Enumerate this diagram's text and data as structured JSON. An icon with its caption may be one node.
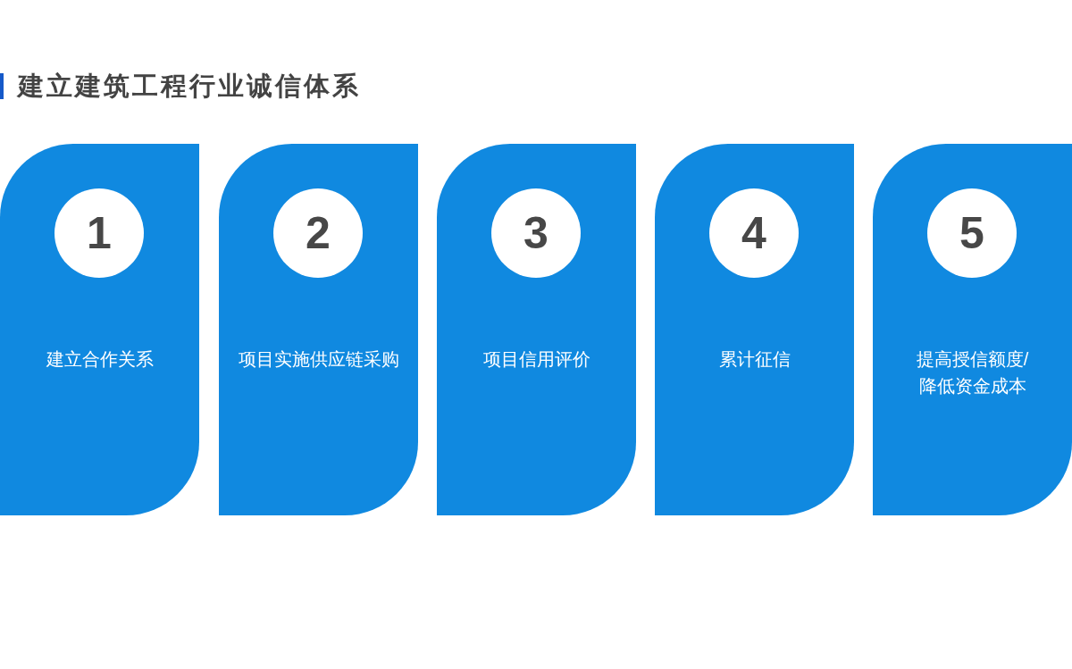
{
  "diagram": {
    "title": "建立建筑工程行业诚信体系",
    "nodes": [
      {
        "text": [
          "建立合作关系"
        ]
      },
      {
        "text": [
          "1"
        ],
        "in": 0
      },
      {
        "text": [
          "项目实施供应链采购"
        ]
      },
      {
        "text": [
          "2"
        ],
        "in": 2
      },
      {
        "text": [
          "项目信用评价"
        ]
      },
      {
        "text": [
          "3"
        ],
        "in": 4
      },
      {
        "text": [
          "累计征信"
        ]
      },
      {
        "text": [
          "4"
        ],
        "in": 6
      },
      {
        "text": [
          "提高授信额度/降低资金成本"
        ]
      },
      {
        "text": [
          "5"
        ],
        "in": 8
      }
    ]
  }
}
